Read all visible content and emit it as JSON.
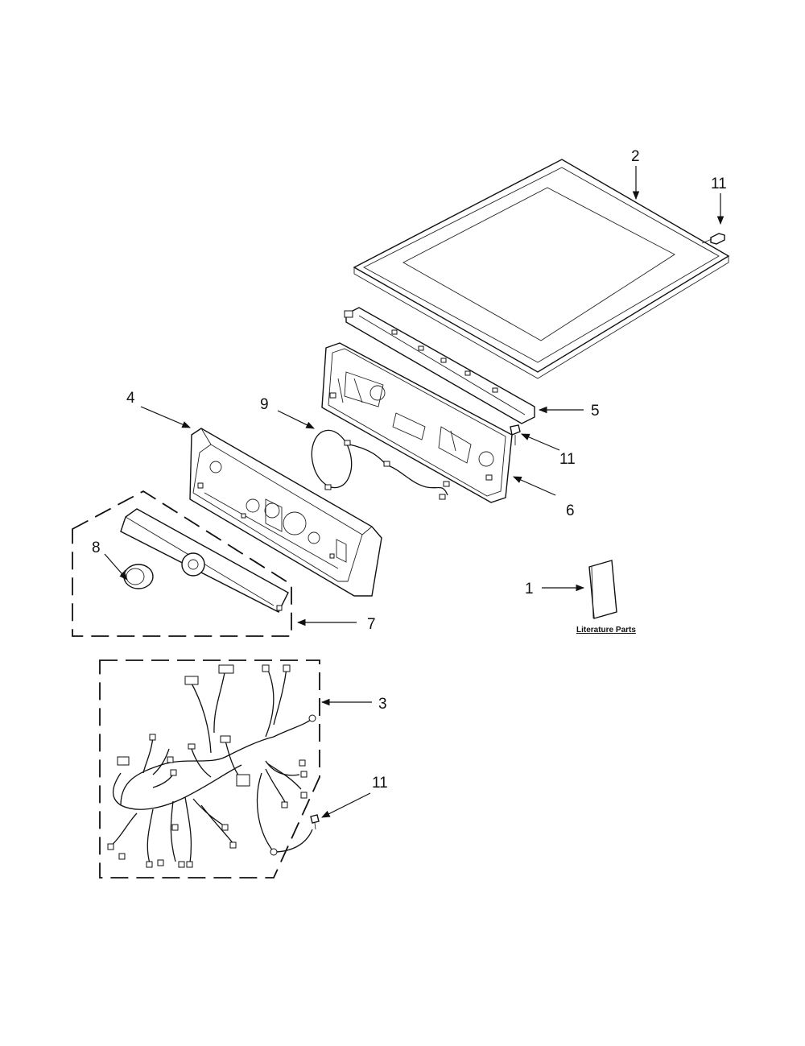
{
  "callouts": {
    "c1": "1",
    "c2": "2",
    "c3": "3",
    "c4": "4",
    "c5": "5",
    "c6": "6",
    "c7": "7",
    "c8": "8",
    "c9": "9",
    "c11a": "11",
    "c11b": "11",
    "c11c": "11"
  },
  "literature_label": "Literature Parts"
}
